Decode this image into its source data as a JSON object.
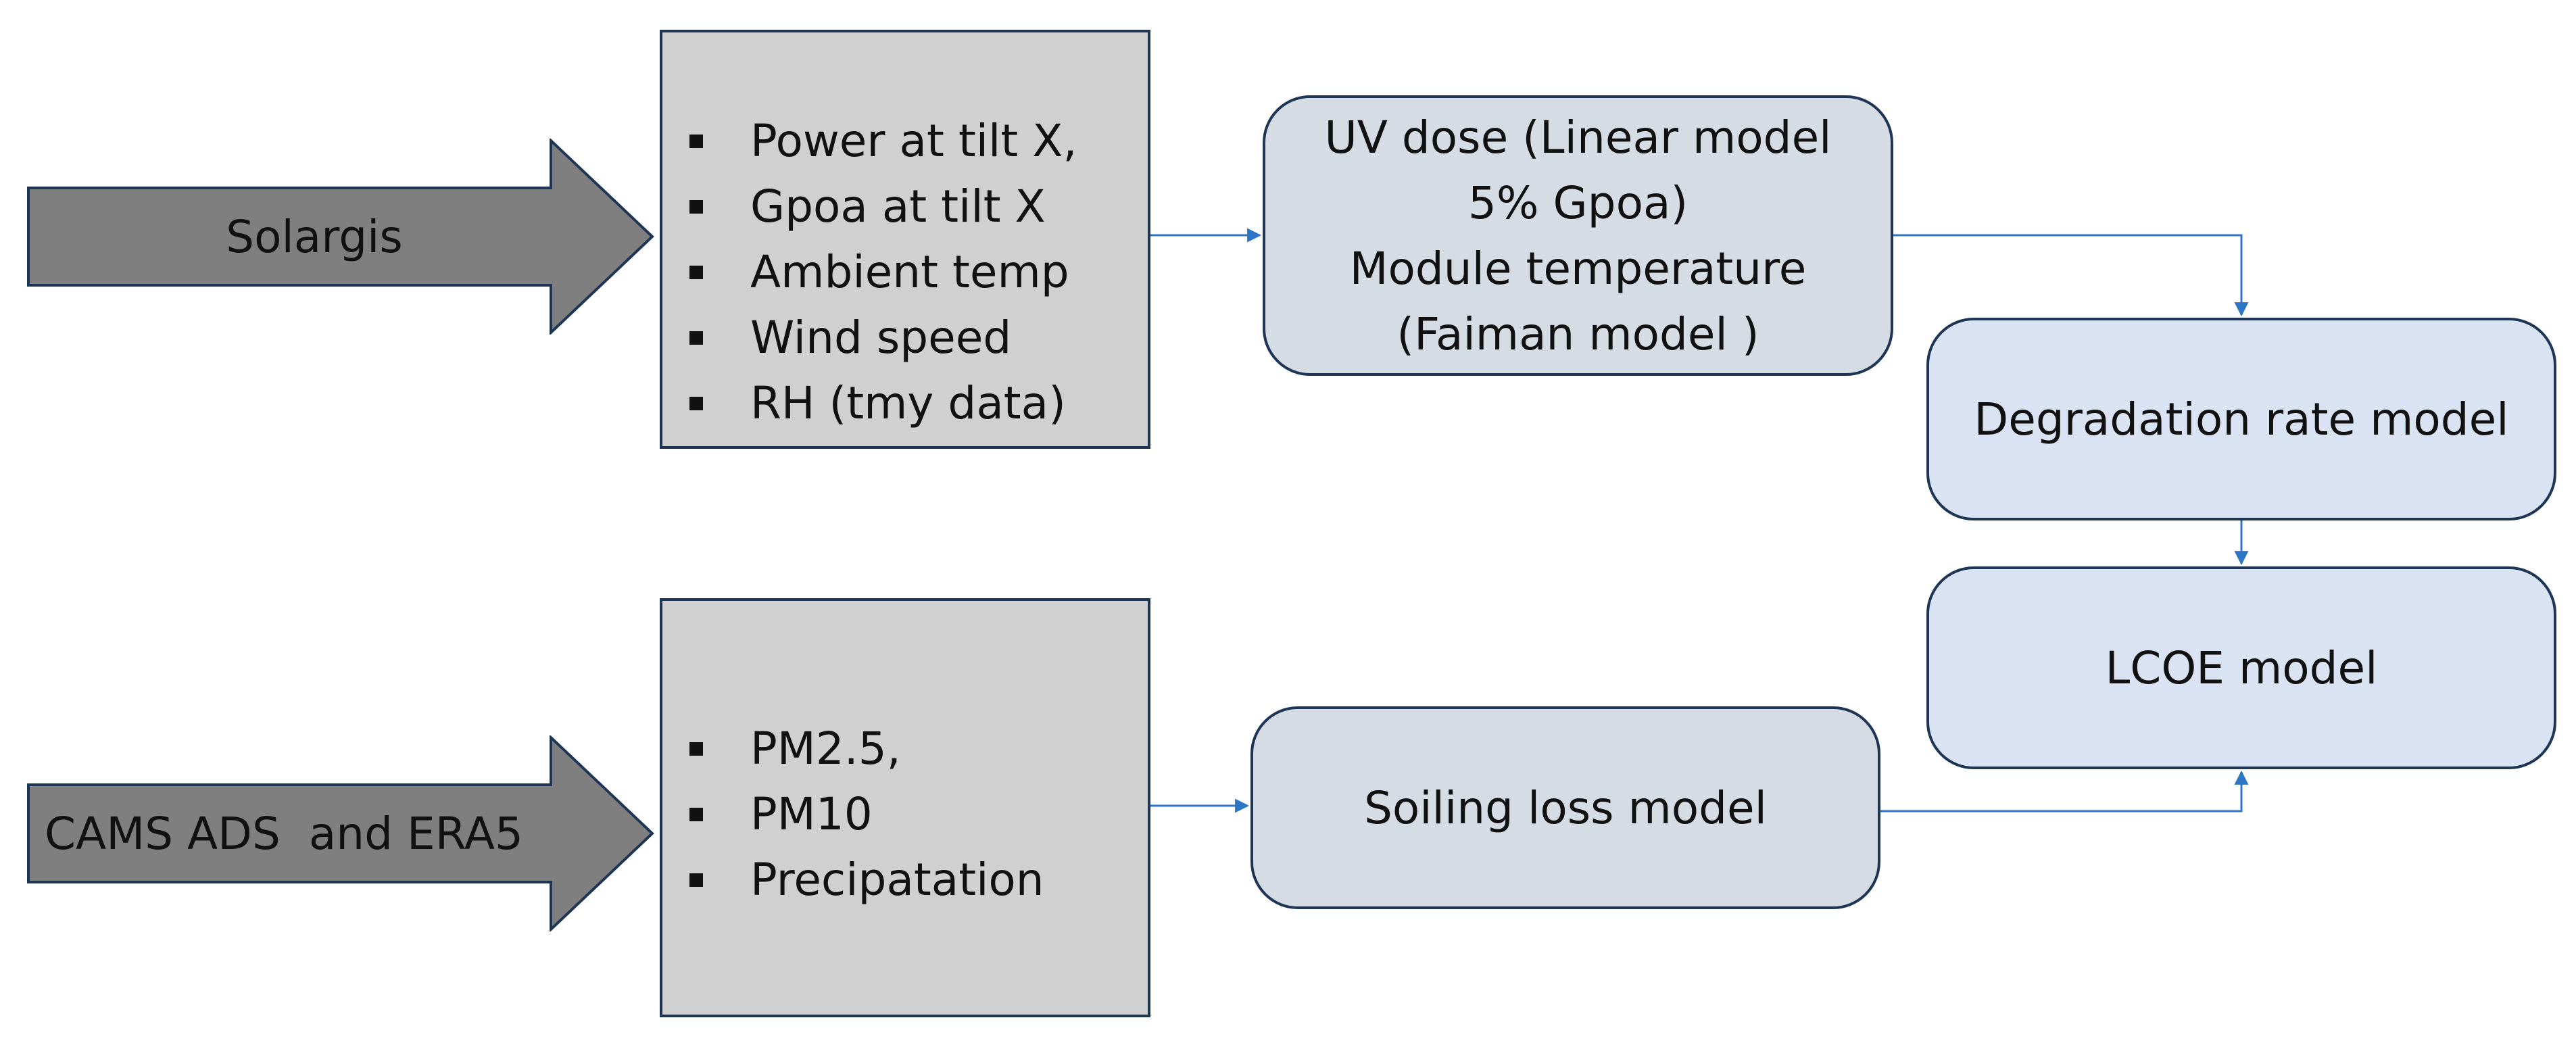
{
  "sources": {
    "solargis": {
      "label": "Solargis"
    },
    "cams": {
      "label": "CAMS ADS  and ERA5"
    }
  },
  "inputs": {
    "solargis_items": [
      "Power at tilt X,",
      "Gpoa at tilt X",
      "Ambient temp",
      "Wind speed",
      "RH (tmy data)"
    ],
    "cams_items": [
      "PM2.5,",
      "PM10",
      "Precipatation"
    ]
  },
  "models": {
    "uv_module": {
      "lines": [
        "UV dose (Linear model",
        "5% Gpoa)",
        "Module temperature",
        "(Faiman model )"
      ]
    },
    "degradation": {
      "label": "Degradation rate model"
    },
    "lcoe": {
      "label": "LCOE model"
    },
    "soiling": {
      "label": "Soiling loss model"
    }
  },
  "colors": {
    "arrow_fill": "#7f7f7f",
    "border": "#1f3556",
    "data_box": "#d1d0d0",
    "model_box": "#d6dce4",
    "model_box_blue": "#dae3f3",
    "connector": "#2e75c6"
  }
}
